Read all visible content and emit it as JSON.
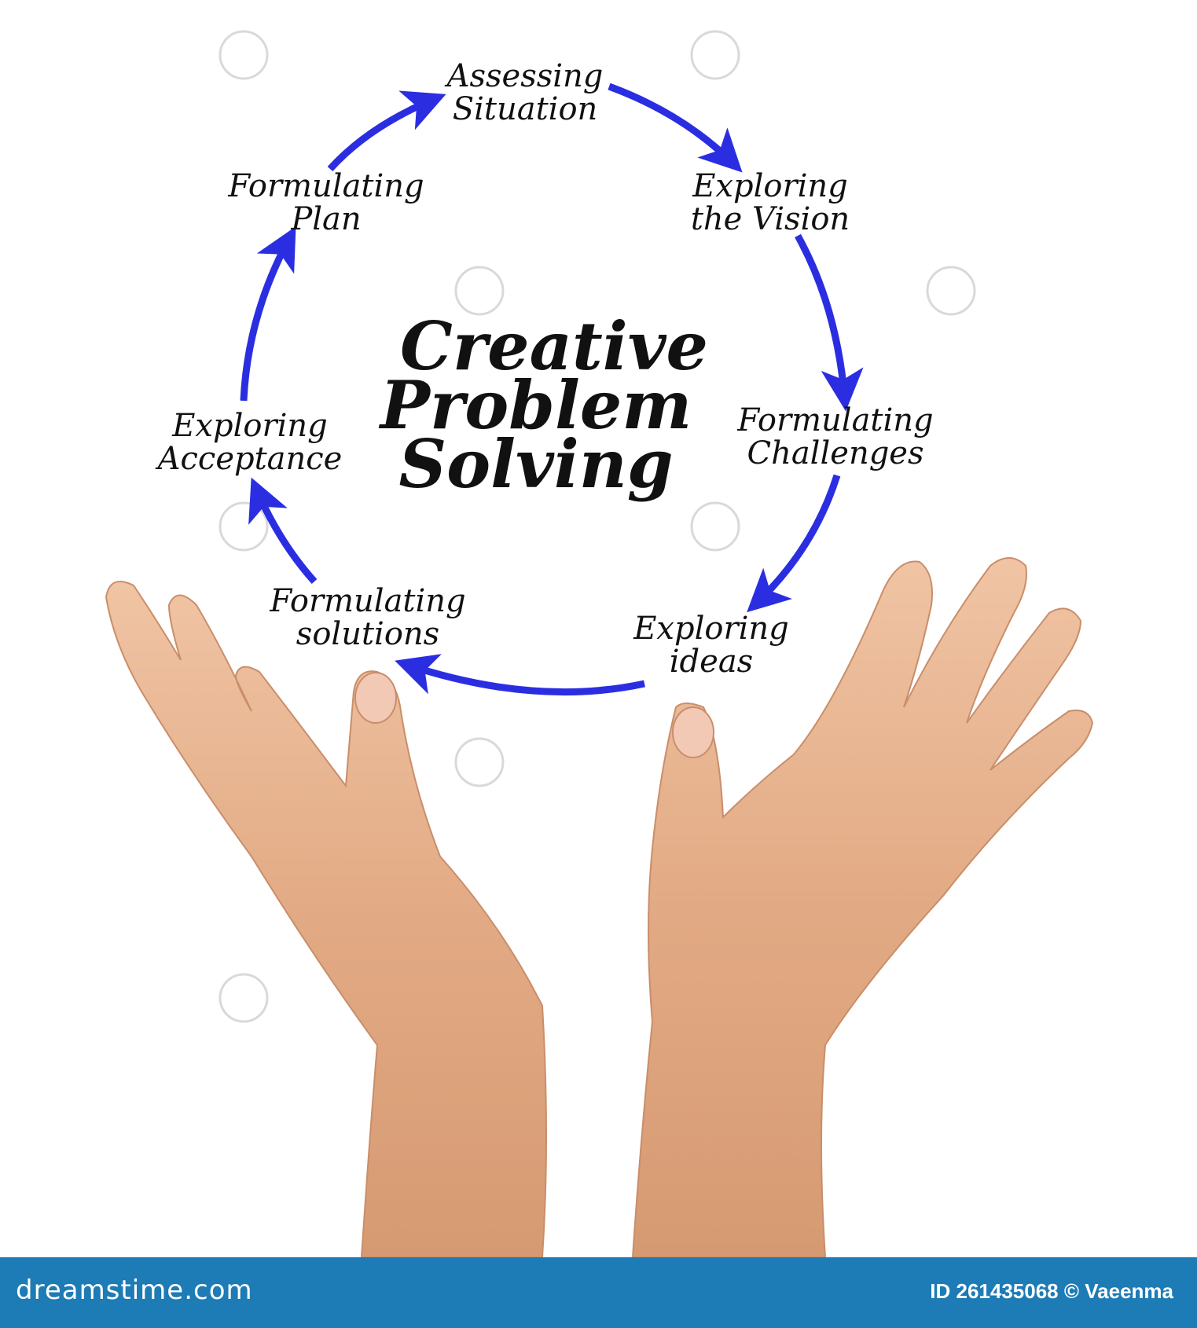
{
  "diagram": {
    "title_lines": [
      "Creative",
      "Problem",
      "Solving"
    ],
    "nodes": [
      {
        "id": "assessing",
        "lines": [
          "Assessing",
          "Situation"
        ]
      },
      {
        "id": "vision",
        "lines": [
          "Exploring",
          "the Vision"
        ]
      },
      {
        "id": "challenges",
        "lines": [
          "Formulating",
          "Challenges"
        ]
      },
      {
        "id": "ideas",
        "lines": [
          "Exploring",
          "ideas"
        ]
      },
      {
        "id": "solutions",
        "lines": [
          "Formulating",
          "solutions"
        ]
      },
      {
        "id": "acceptance",
        "lines": [
          "Exploring",
          "Acceptance"
        ]
      },
      {
        "id": "plan",
        "lines": [
          "Formulating",
          "Plan"
        ]
      }
    ],
    "arrow_color": "#2b2ee0",
    "text_color": "#111111"
  },
  "footer": {
    "logo": "dreamstime.com",
    "meta": "ID 261435068 © Vaeenma",
    "bar_color": "#1d7bb5"
  }
}
